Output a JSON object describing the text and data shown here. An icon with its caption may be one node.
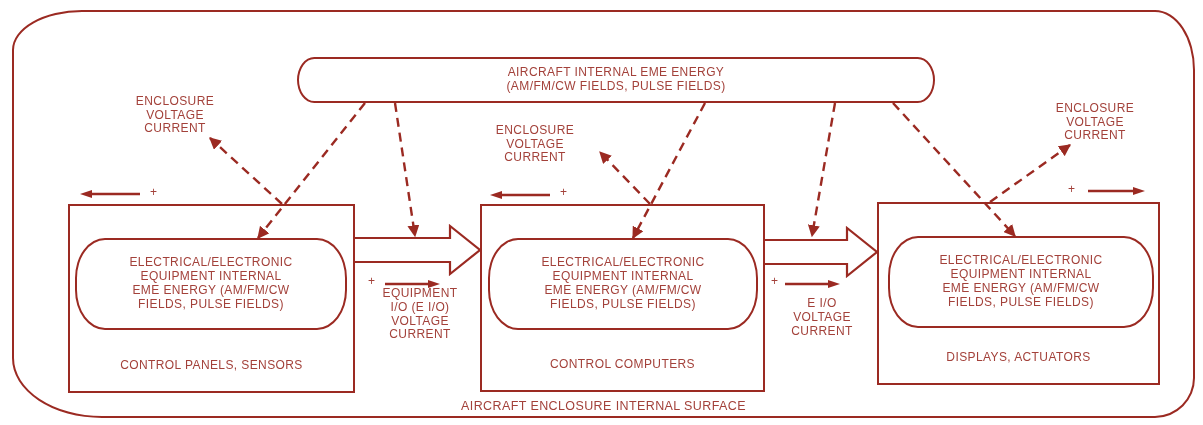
{
  "diagram": {
    "nodes": [
      {
        "text": [
          "AIRCRAFT ENCLOSURE INTERNAL SURFACE"
        ]
      },
      {
        "text": [
          "AIRCRAFT INTERNAL EME ENERGY (AM/FM/CW FIELDS, PULSE FIELDS)"
        ],
        "in": 0
      },
      {
        "text": [
          "CONTROL PANELS, SENSORS"
        ],
        "in": 0
      },
      {
        "text": [
          "ELECTRICAL/ELECTRONIC EQUIPMENT INTERNAL EME ENERGY (AM/FM/CW FIELDS, PULSE FIELDS)"
        ],
        "in": 2
      },
      {
        "text": [
          "CONTROL COMPUTERS"
        ],
        "in": 0
      },
      {
        "text": [
          "ELECTRICAL/ELECTRONIC EQUIPMENT INTERNAL EME ENERGY (AM/FM/CW FIELDS, PULSE FIELDS)"
        ],
        "in": 4
      },
      {
        "text": [
          "DISPLAYS, ACTUATORS"
        ],
        "in": 0
      },
      {
        "text": [
          "ELECTRICAL/ELECTRONIC EQUIPMENT INTERNAL EME ENERGY (AM/FM/CW FIELDS, PULSE FIELDS)"
        ],
        "in": 6
      },
      {
        "text": [
          "ENCLOSURE VOLTAGE CURRENT"
        ],
        "in": 0
      },
      {
        "text": [
          "ENCLOSURE VOLTAGE CURRENT"
        ],
        "in": 0
      },
      {
        "text": [
          "ENCLOSURE VOLTAGE CURRENT"
        ],
        "in": 0
      }
    ],
    "edges": [
      {
        "from": 1,
        "to": 3,
        "arrow": "to",
        "style": "dashed"
      },
      {
        "from": 1,
        "to": null,
        "arrow": "to",
        "style": "dashed"
      },
      {
        "from": 1,
        "to": 5,
        "arrow": "to",
        "style": "dashed"
      },
      {
        "from": 1,
        "to": null,
        "arrow": "to",
        "style": "dashed"
      },
      {
        "from": 1,
        "to": 7,
        "arrow": "to",
        "style": "dashed"
      },
      {
        "from": 2,
        "to": 8,
        "arrow": "to",
        "style": "dashed"
      },
      {
        "from": 4,
        "to": 9,
        "arrow": "to",
        "style": "dashed"
      },
      {
        "from": 6,
        "to": 10,
        "arrow": "to",
        "style": "dashed"
      },
      {
        "from": 2,
        "to": 4,
        "arrow": "to",
        "style": "thick"
      },
      {
        "from": 4,
        "to": 6,
        "arrow": "to",
        "style": "thick"
      }
    ],
    "labels": [
      "+",
      "+",
      "+",
      "+",
      "EQUIPMENT I/O (E I/O) VOLTAGE CURRENT",
      "+",
      "E I/O VOLTAGE CURRENT"
    ]
  }
}
